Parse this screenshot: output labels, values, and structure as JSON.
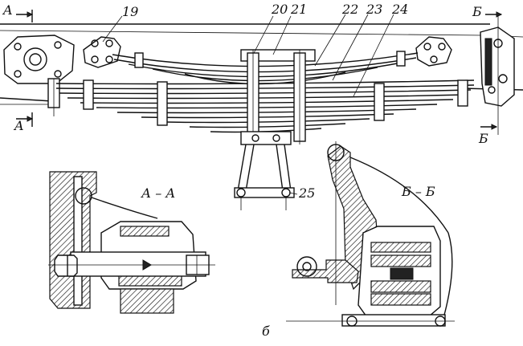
{
  "labels": {
    "n19": "19",
    "n20": "20",
    "n21": "21",
    "n22": "22",
    "n23": "23",
    "n24": "24",
    "n25": "25",
    "section_a_top": "A",
    "section_a_bottom": "A",
    "section_b_top": "Б",
    "section_b_bottom": "Б",
    "view_aa": "А – А",
    "view_bb": "Б – Б",
    "figure_letter": "б"
  },
  "colors": {
    "ink": "#111111",
    "paper": "#ffffff"
  }
}
